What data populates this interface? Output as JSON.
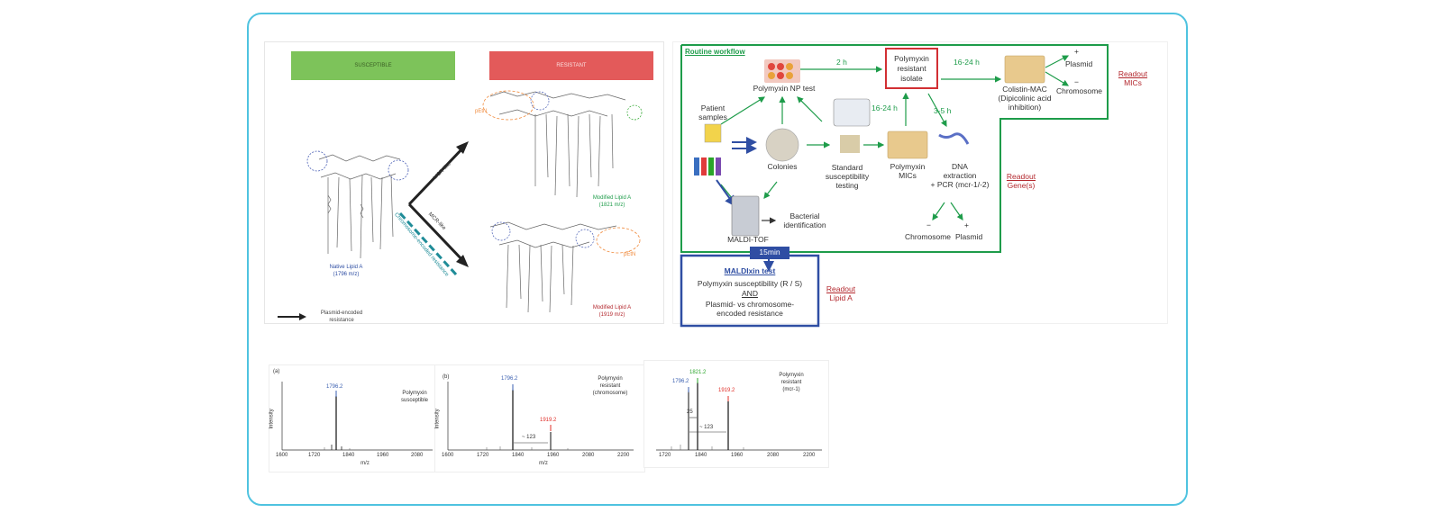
{
  "left_panel": {
    "susceptible_label": "SUSCEPTIBLE",
    "resistant_label": "RESISTANT",
    "susceptible_color": "#7dc35a",
    "resistant_color": "#e35a5a",
    "mcr_like": "MCR-like",
    "mcr_like_2": "MCR-like",
    "chromosome_encoded": "Chromosome-encoded resistance",
    "native_lipid": "Native Lipid A",
    "native_mass": "(1796 m/z)",
    "modified_lipid_green": "Modified Lipid A",
    "modified_green_mass": "(1821 m/z)",
    "modified_lipid_red": "Modified Lipid A",
    "modified_red_mass": "(1919 m/z)",
    "petn_top": "pEtN",
    "petn_bottom": "pEtN",
    "legend_plasmid": "Plasmid-encoded",
    "legend_resistance": "resistance"
  },
  "workflow": {
    "routine_workflow": "Routine workflow",
    "polymyxin_np": "Polymyxin NP test",
    "two_h": "2 h",
    "resistant_isolate": [
      "Polymyxin",
      "resistant",
      "isolate"
    ],
    "sixteen_24_top": "16-24 h",
    "colistin_mac": [
      "Colistin-MAC",
      "(Dipicolinic acid",
      "inhibition)"
    ],
    "plus_top": "+",
    "plasmid_top": "Plasmid",
    "minus_top": "−",
    "chromosome_top": "Chromosome",
    "readout_mics": [
      "Readout",
      "MICs"
    ],
    "patient_samples": [
      "Patient",
      "samples"
    ],
    "colonies": "Colonies",
    "standard": [
      "Standard",
      "susceptibility",
      "testing"
    ],
    "sixteen_24_mid": "16-24 h",
    "three_5_h": "3-5 h",
    "polymyxin_mics": [
      "Polymyxin",
      "MICs"
    ],
    "dna_extraction": [
      "DNA",
      "extraction",
      "+ PCR (mcr-1/-2)"
    ],
    "readout_genes": [
      "Readout",
      "Gene(s)"
    ],
    "bacterial_id": [
      "Bacterial",
      "identification"
    ],
    "maldi_tof": "MALDI-TOF",
    "minus_bottom": "−",
    "chromosome_bottom": "Chromosome",
    "plus_bottom": "+",
    "plasmid_bottom": "Plasmid",
    "fifteen_min": "15min",
    "maldixin_test": "MALDIxin test",
    "maldixin_line1": "Polymyxin susceptibility (R / S)",
    "maldixin_and": "AND",
    "maldixin_line2": [
      "Plasmid- vs chromosome-",
      "encoded resistance"
    ],
    "readout_lipid": [
      "Readout",
      "Lipid A"
    ],
    "green_color": "#1e9c4a",
    "blue_color": "#2f4ea3",
    "red_color": "#b3272d"
  },
  "spectra": {
    "a": {
      "label": "(a)",
      "title": [
        "Polymyxin",
        "susceptible"
      ],
      "peaks": [
        {
          "mz": "1796.2",
          "color": "#3a5fb0"
        }
      ],
      "ylabel": "Intensity",
      "xlabel": "m/z",
      "ticks": [
        "1600",
        "1720",
        "1840",
        "1960",
        "2080"
      ]
    },
    "b": {
      "label": "(b)",
      "title": [
        "Polymyxin",
        "resistant",
        "(chromosome)"
      ],
      "peaks": [
        {
          "mz": "1796.2",
          "color": "#3a5fb0"
        },
        {
          "mz": "1919.2",
          "color": "#e0302a"
        }
      ],
      "delta": "~ 123",
      "ylabel": "Intensity",
      "xlabel": "m/z",
      "ticks": [
        "1600",
        "1720",
        "1840",
        "1960",
        "2080",
        "2200"
      ]
    },
    "c": {
      "title": [
        "Polymyxin",
        "resistant",
        "(mcr-1)"
      ],
      "peaks": [
        {
          "mz": "1796.2",
          "color": "#3a5fb0"
        },
        {
          "mz": "1821.2",
          "color": "#2aa52a"
        },
        {
          "mz": "1919.2",
          "color": "#e0302a"
        }
      ],
      "delta_small": "25",
      "delta": "~ 123",
      "ticks": [
        "1720",
        "1840",
        "1960",
        "2080",
        "2200"
      ]
    }
  }
}
